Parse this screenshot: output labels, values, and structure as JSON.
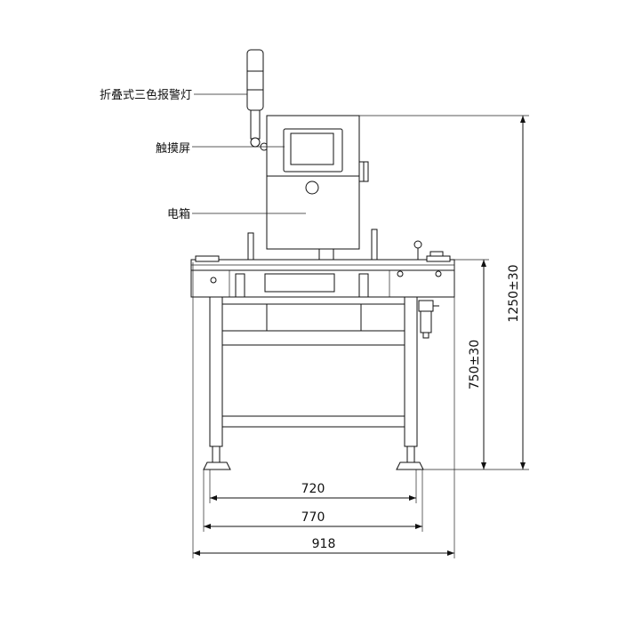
{
  "labels": {
    "warning_light": "折叠式三色报警灯",
    "touch_screen": "触摸屏",
    "electric_box": "电箱"
  },
  "dimensions": {
    "width_720": "720",
    "width_770": "770",
    "width_918": "918",
    "height_750": "750±30",
    "height_1250": "1250±30"
  }
}
